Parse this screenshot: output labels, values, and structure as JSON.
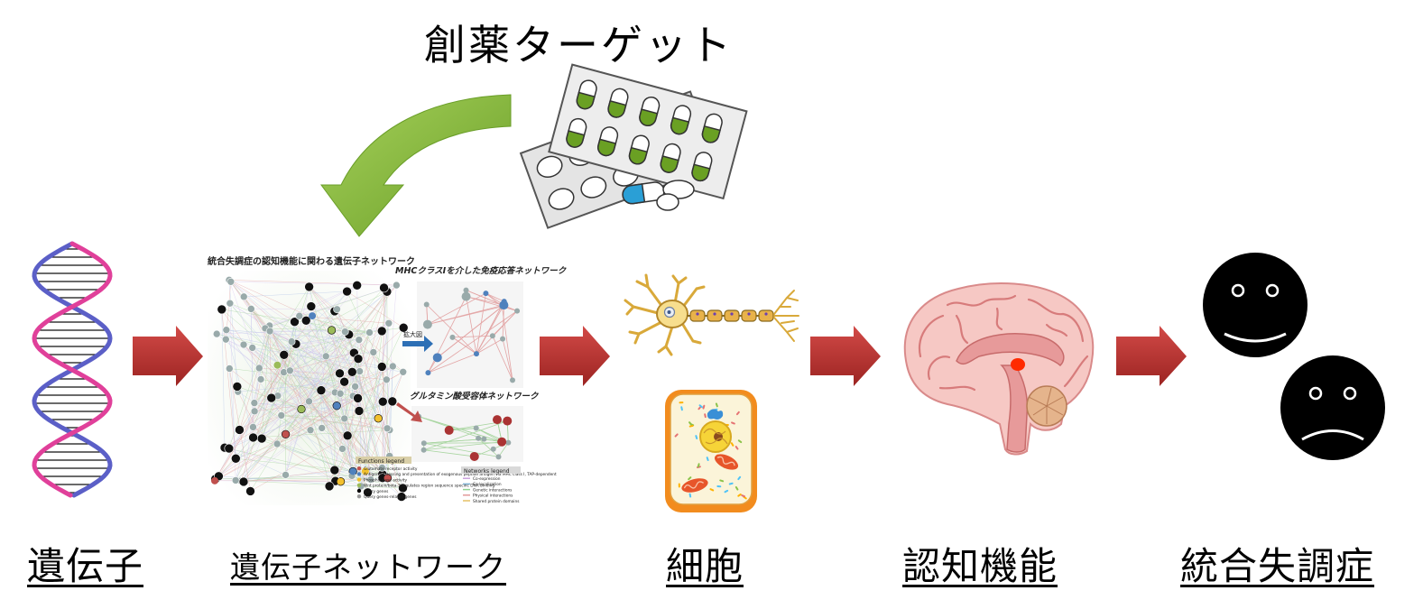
{
  "title": "創薬ターゲット",
  "stages": [
    {
      "label": "遺伝子"
    },
    {
      "label": "遺伝子ネットワーク"
    },
    {
      "label": "細胞"
    },
    {
      "label": "認知機能"
    },
    {
      "label": "統合失調症"
    }
  ],
  "network_panel": {
    "heading": "統合失調症の認知機能に関わる遺伝子ネットワーク",
    "sub1": "MHCクラスIを介した免疫応答ネットワーク",
    "sub2": "グルタミン酸受容体ネットワーク",
    "zoom_label": "拡大図",
    "functions_legend": {
      "title": "Functions legend",
      "items": [
        {
          "text": "Glutamate receptor activity",
          "color": "#c0504d"
        },
        {
          "text": "Antigen processing and presentation of exogenous peptide antigen via MHC class I, TAP-dependent",
          "color": "#4f81bd"
        },
        {
          "text": "Phospholipase activity",
          "color": "#f2c12e"
        },
        {
          "text": "Wnt protein/beta-3 regulates region sequence specific DNA binding",
          "color": "#9bbb59"
        },
        {
          "text": "Query genes",
          "color": "#000000"
        },
        {
          "text": "Query genes-related genes",
          "color": "#999999"
        }
      ]
    },
    "networks_legend": {
      "title": "Networks legend",
      "items": [
        {
          "text": "Co-expression",
          "color": "#c9a0dc"
        },
        {
          "text": "Co-localization",
          "color": "#7fb3d5"
        },
        {
          "text": "Genetic interactions",
          "color": "#8fd18f"
        },
        {
          "text": "Physical interactions",
          "color": "#e39a9a"
        },
        {
          "text": "Shared protein domains",
          "color": "#e6c066"
        }
      ]
    }
  },
  "colors": {
    "flow_arrow": "#b8302e",
    "curved_arrow": "#7fb437",
    "dna_strand_a": "#e0409a",
    "dna_strand_b": "#5b5fc7",
    "pill_green": "#6aa023",
    "capsule_blue": "#2a9fd6",
    "brain_pink": "#f2b3b3",
    "nerve_yellow": "#f5d27a"
  },
  "icons": {
    "dna": "dna-helix-icon",
    "pills": "pill-pack-icon",
    "neuron": "neuron-icon",
    "cell": "cell-icon",
    "brain": "brain-icon",
    "happy": "happy-face-icon",
    "sad": "sad-face-icon"
  }
}
